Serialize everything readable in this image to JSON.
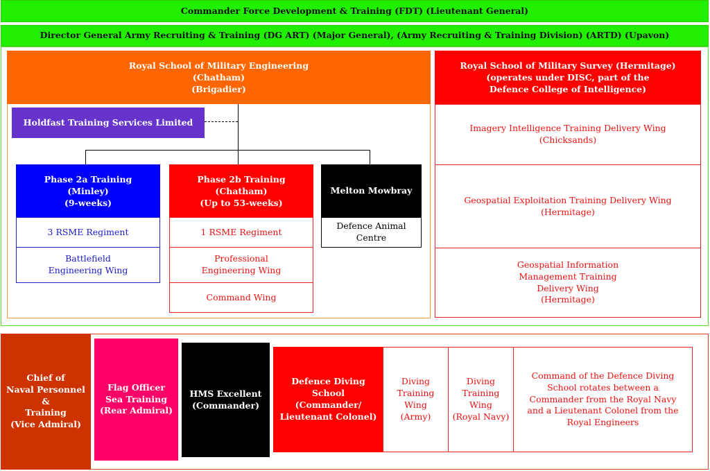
{
  "header": {
    "commander": "Commander Force Development & Training (FDT) (Lieutenant General)",
    "director": "Director General Army Recruiting & Training (DG ART) (Major General), (Army Recruiting & Training Division) (ARTD) (Upavon)"
  },
  "rsme": {
    "title": "Royal School of Military Engineering\n(Chatham)\n(Brigadier)",
    "holdfast": "Holdfast Training Services Limited",
    "phase2a": {
      "title": "Phase 2a Training\n(Minley)\n(9-weeks)",
      "units": [
        "3 RSME Regiment",
        "Battlefield\nEngineering Wing"
      ]
    },
    "phase2b": {
      "title": "Phase 2b Training\n(Chatham)\n(Up to 53-weeks)",
      "units": [
        "1 RSME Regiment",
        "Professional\nEngineering Wing",
        "Command Wing"
      ]
    },
    "melton": {
      "title": "Melton Mowbray",
      "units": [
        "Defence Animal\nCentre"
      ]
    }
  },
  "rsms": {
    "title": "Royal School of Military Survey (Hermitage)\n(operates under DISC, part of the\nDefence College of Intelligence)",
    "wings": [
      "Imagery Intelligence Training Delivery Wing\n(Chicksands)",
      "Geospatial Exploitation Training Delivery Wing\n(Hermitage)",
      "Geospatial Information\nManagement Training\nDelivery Wing\n(Hermitage)"
    ]
  },
  "navy": {
    "cnpt": "Chief of\nNaval Personnel\n&\nTraining\n(Vice Admiral)",
    "fost": "Flag Officer\nSea Training\n(Rear Admiral)",
    "excellent": "HMS Excellent\n(Commander)",
    "dds": "Defence Diving\nSchool\n(Commander/\nLieutenant Colonel)",
    "wing_army": "Diving\nTraining\nWing\n(Army)",
    "wing_navy": "Diving\nTraining\nWing\n(Royal Navy)",
    "note": "Command of the Defence Diving\nSchool rotates between a\nCommander from the Royal Navy\nand a Lieutenant Colonel from the\nRoyal Engineers"
  },
  "colors": {
    "green": "#22ee00",
    "orange": "#ff6600",
    "red": "#ff0000",
    "blue": "#0000ff",
    "purple": "#6633cc",
    "pink": "#ff0066",
    "rust": "#cc3300",
    "black": "#000000"
  }
}
